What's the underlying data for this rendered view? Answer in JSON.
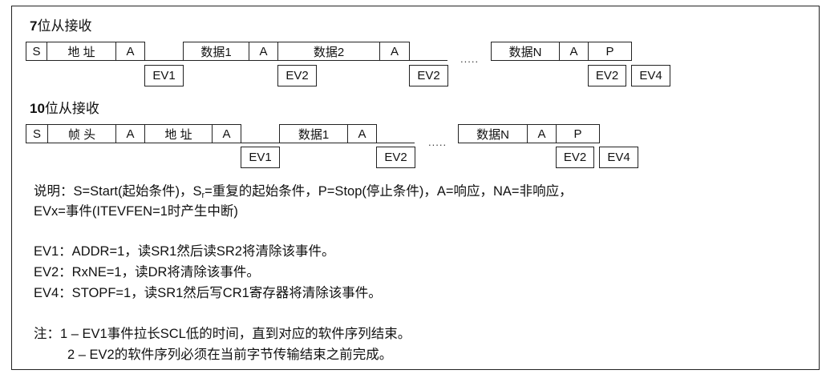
{
  "section_7bit": {
    "title_num": "7",
    "title_text": "位从接收",
    "frames": {
      "s": "S",
      "addr": "地 址",
      "a1": "A",
      "data1": "数据1",
      "a2": "A",
      "data2": "数据2",
      "a3": "A",
      "dataN": "数据N",
      "a4": "A",
      "p": "P"
    },
    "events": {
      "ev1": "EV1",
      "ev2a": "EV2",
      "ev2b": "EV2",
      "ev2c": "EV2",
      "ev4": "EV4"
    },
    "dots": "....."
  },
  "section_10bit": {
    "title_num": "10",
    "title_text": "位从接收",
    "frames": {
      "s": "S",
      "header": "帧 头",
      "a1": "A",
      "addr": "地 址",
      "a2": "A",
      "data1": "数据1",
      "a3": "A",
      "dataN": "数据N",
      "a4": "A",
      "p": "P"
    },
    "events": {
      "ev1": "EV1",
      "ev2a": "EV2",
      "ev2b": "EV2",
      "ev4": "EV4"
    },
    "dots": "....."
  },
  "notes": {
    "line1_pre": "说明：S=Start(起始条件)，S",
    "line1_sub": "r",
    "line1_post": "=重复的起始条件，P=Stop(停止条件)，A=响应，NA=非响应，",
    "line2": "EVx=事件(ITEVFEN=1时产生中断)",
    "ev1": "EV1：ADDR=1，读SR1然后读SR2将清除该事件。",
    "ev2": "EV2：RxNE=1，读DR将清除该事件。",
    "ev4": "EV4：STOPF=1，读SR1然后写CR1寄存器将清除该事件。",
    "remark1": "注：1 – EV1事件拉长SCL低的时间，直到对应的软件序列结束。",
    "remark2": "2 – EV2的软件序列必须在当前字节传输结束之前完成。"
  }
}
